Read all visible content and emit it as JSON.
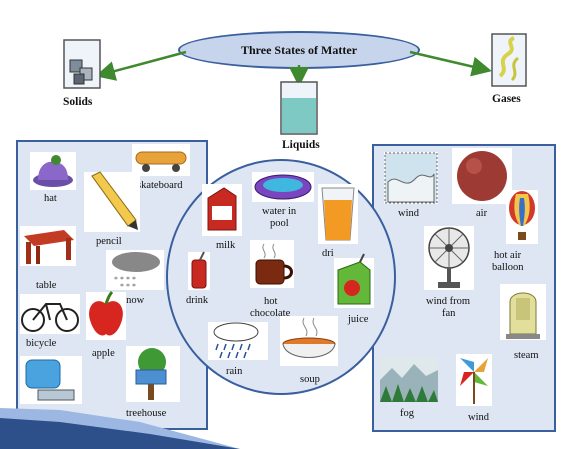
{
  "title": "Three States of Matter",
  "states": {
    "solids": "Solids",
    "liquids": "Liquids",
    "gases": "Gases"
  },
  "solids_items": [
    "hat",
    "skateboard",
    "pencil",
    "table",
    "snow",
    "bicycle",
    "apple",
    "computer",
    "treehouse"
  ],
  "liquids_items": [
    "milk",
    "water in",
    "pool",
    "dri",
    "drink",
    "hot",
    "chocolate",
    "juice",
    "rain",
    "soup"
  ],
  "gases_items": [
    "wind",
    "air",
    "hot air",
    "balloon",
    "wind from",
    "fan",
    "steam",
    "fog",
    "wind"
  ],
  "colors": {
    "panel_border": "#3a5f9e",
    "panel_fill": "#dde6f2",
    "arrow": "#3f8a2e",
    "ribbon_dark": "#2d4f8a",
    "ribbon_light": "#9cb8e2"
  }
}
